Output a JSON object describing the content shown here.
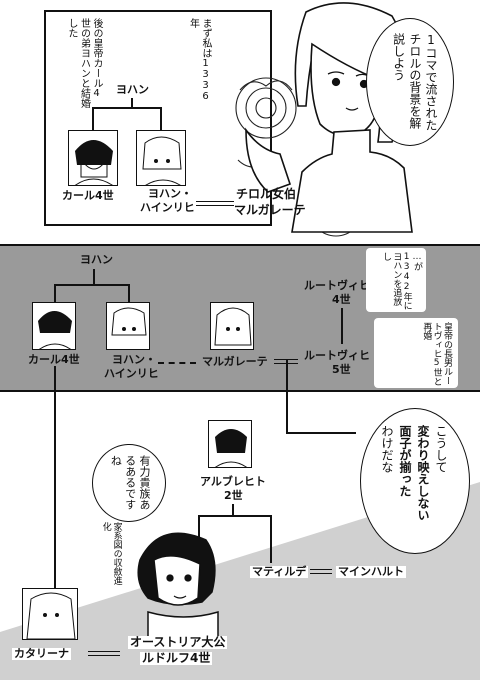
{
  "panel1": {
    "narration": "まず私は1336年",
    "note_marriage": "後の皇帝カール4世の弟ヨハンと結婚した",
    "speech": "1コマで流されたチロルの背景を解説しよう",
    "labels": {
      "johann": "ヨハン",
      "karl": "カール4世",
      "johann_heinrich": [
        "ヨハン・",
        "ハインリヒ"
      ],
      "margarete": [
        "チロル女伯",
        "マルガレーテ"
      ]
    }
  },
  "panel2": {
    "narration_1": "…が1342年にヨハンを追放し",
    "narration_2": "皇帝の長男ルートヴィヒ5世と再婚",
    "labels": {
      "johann": "ヨハン",
      "ludwig4": [
        "ルートヴィヒ",
        "4世"
      ],
      "karl": "カール4世",
      "johann_heinrich": [
        "ヨハン・",
        "ハインリヒ"
      ],
      "margarete": "マルガレーテ",
      "ludwig5": [
        "ルートヴィヒ",
        "5世"
      ]
    }
  },
  "panel3": {
    "speech_left": "有力貴族あるあるですね",
    "note_small": "家系図の収斂進化",
    "speech_right": [
      "こうして",
      "変わり映えしない",
      "面子が揃った",
      "わけだな"
    ],
    "labels": {
      "albrecht": [
        "アルブレヒト",
        "2世"
      ],
      "mathilde": "マティルデ",
      "meinhard": "マインハルト",
      "katharina": "カタリーナ",
      "rudolf": [
        "オーストリア大公",
        "ルドルフ4世"
      ]
    }
  }
}
